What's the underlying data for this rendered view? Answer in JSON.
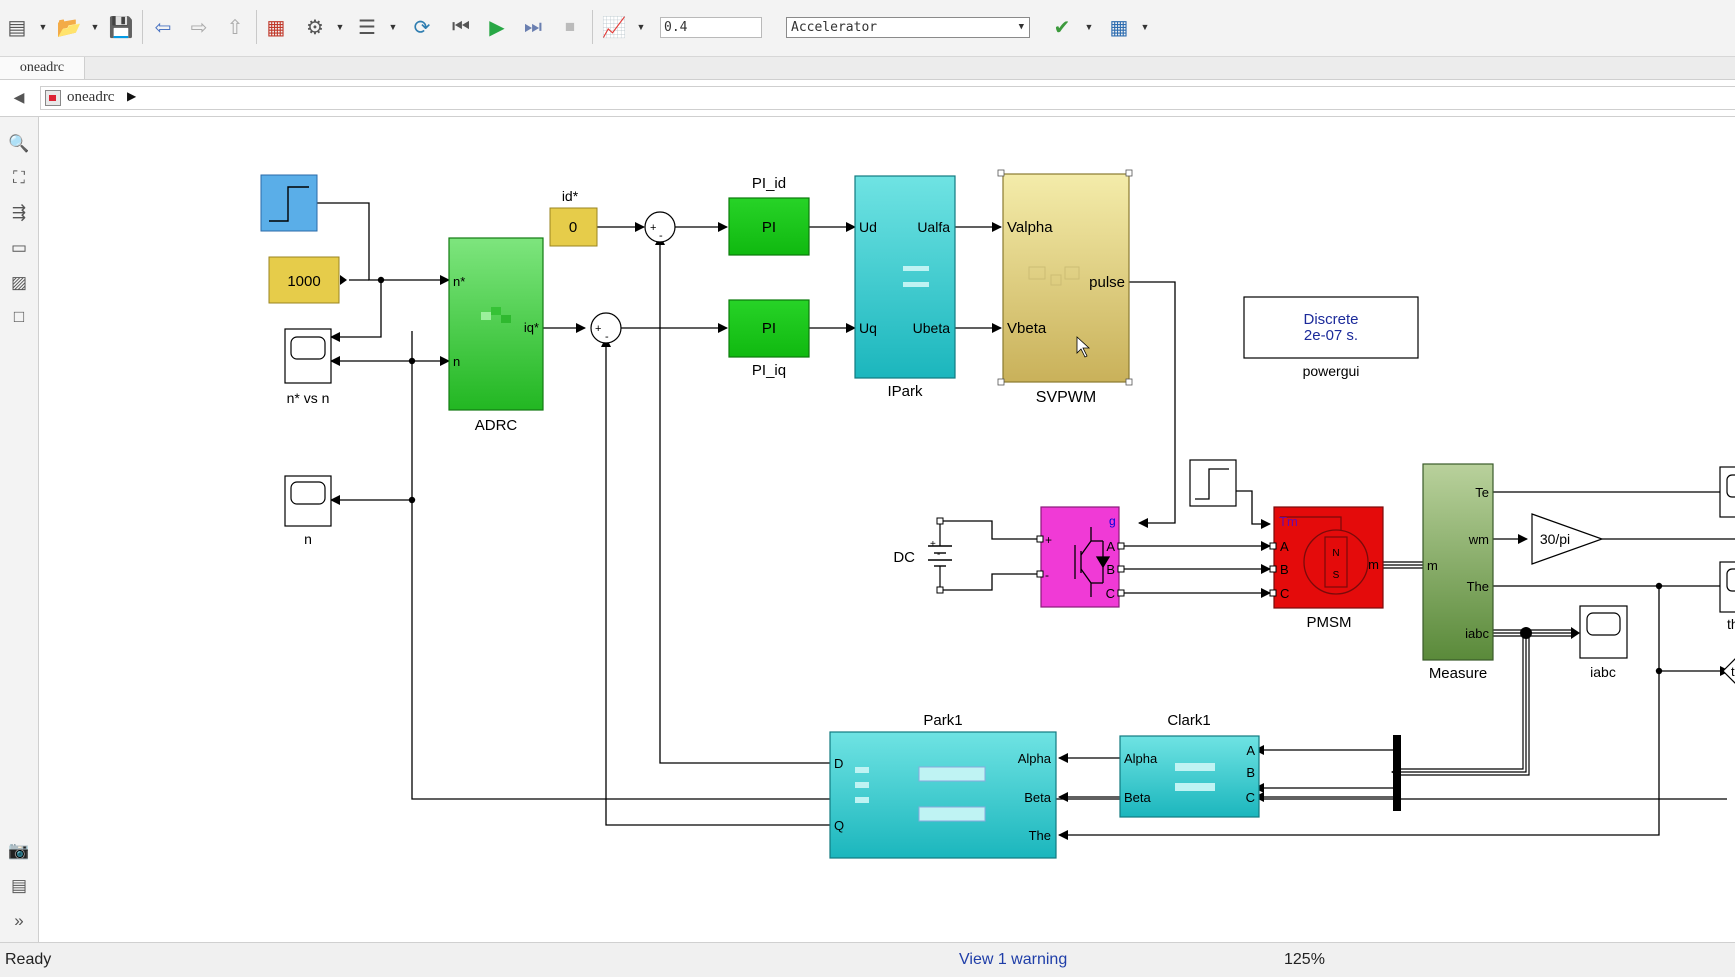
{
  "toolbar": {
    "stop_time": "0.4",
    "sim_mode": "Accelerator"
  },
  "tabs": [
    {
      "label": "oneadrc"
    }
  ],
  "breadcrumb": {
    "model": "oneadrc"
  },
  "status": {
    "ready": "Ready",
    "warning": "View 1 warning",
    "zoom": "125%"
  },
  "diagram": {
    "constant_1000": "1000",
    "scope_nstar_n": "n* vs n",
    "scope_n": "n",
    "adrc": {
      "name": "ADRC",
      "port_nstar": "n*",
      "port_n": "n",
      "port_iqstar": "iq*"
    },
    "id_const": {
      "name": "id*",
      "value": "0"
    },
    "sum_plus": "+",
    "sum_minus": "-",
    "pi_id": {
      "name": "PI_id",
      "label": "PI"
    },
    "pi_iq": {
      "name": "PI_iq",
      "label": "PI"
    },
    "ipark": {
      "name": "IPark",
      "ud": "Ud",
      "uq": "Uq",
      "ualfa": "Ualfa",
      "ubeta": "Ubeta"
    },
    "svpwm": {
      "name": "SVPWM",
      "valpha": "Valpha",
      "vbeta": "Vbeta",
      "pulse": "pulse"
    },
    "powergui": {
      "name": "powergui",
      "line1": "Discrete",
      "line2": "2e-07 s."
    },
    "dc": {
      "name": "DC",
      "plus": "+",
      "minus": "-"
    },
    "inverter": {
      "g": "g",
      "plus": "+",
      "minus": "-",
      "a": "A",
      "b": "B",
      "c": "C"
    },
    "pmsm": {
      "name": "PMSM",
      "tm": "Tm",
      "m": "m",
      "a": "A",
      "b": "B",
      "c": "C",
      "n": "N",
      "s": "S"
    },
    "measure": {
      "name": "Measure",
      "te": "Te",
      "wm": "wm",
      "the": "The",
      "iabc": "iabc",
      "m": "m"
    },
    "gain": {
      "label": "30/pi"
    },
    "scope_iabc": "iabc",
    "scope_th": "th",
    "goto_th": "th",
    "park": {
      "name": "Park1",
      "alpha": "Alpha",
      "beta": "Beta",
      "the": "The",
      "d": "D",
      "q": "Q"
    },
    "clark": {
      "name": "Clark1",
      "alpha": "Alpha",
      "beta": "Beta",
      "a": "A",
      "b": "B",
      "c": "C"
    }
  }
}
